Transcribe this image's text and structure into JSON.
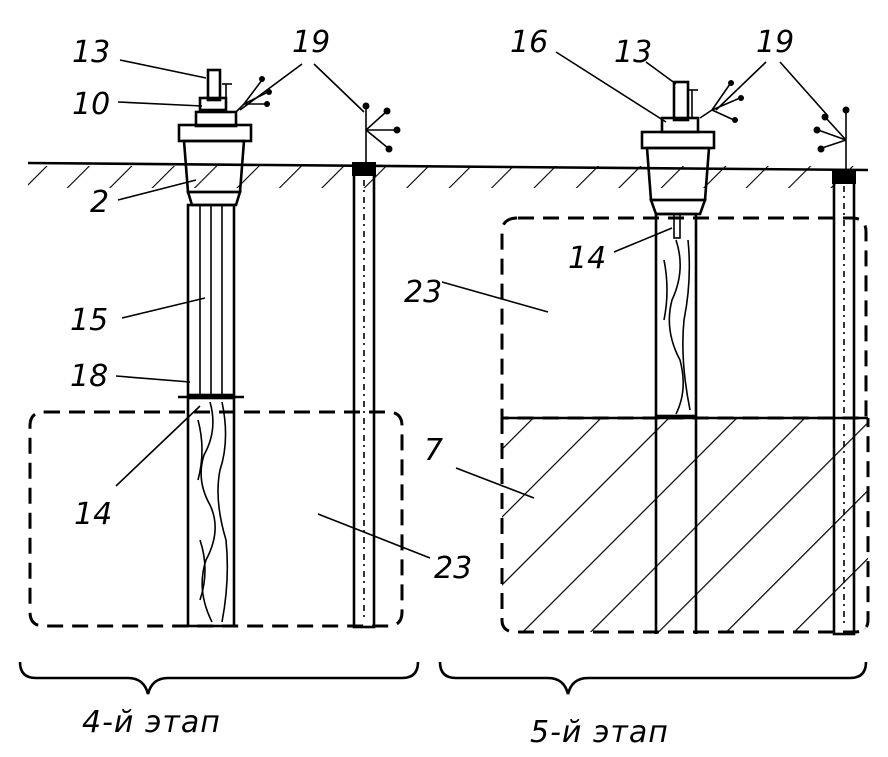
{
  "labels": {
    "l13a": "13",
    "l10": "10",
    "l19a": "19",
    "l2": "2",
    "l15": "15",
    "l18": "18",
    "l14a": "14",
    "l23a": "23",
    "l16": "16",
    "l13b": "13",
    "l19b": "19",
    "l14b": "14",
    "l23b": "23",
    "l7": "7"
  },
  "stages": {
    "left": "4-й  этап",
    "right": "5-й  этап"
  }
}
